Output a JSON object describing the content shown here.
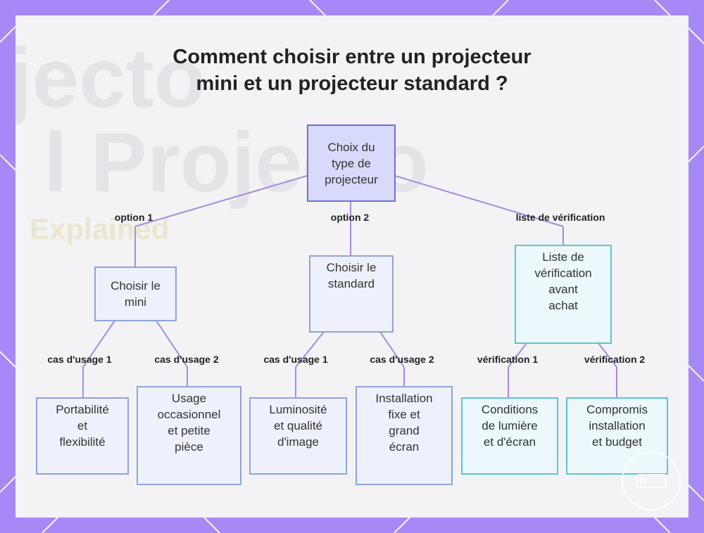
{
  "title": {
    "line1": "Comment choisir entre un projecteur",
    "line2": "mini et un projecteur standard ?"
  },
  "background_text": {
    "line1": "jecto",
    "line2": "l Projecto",
    "line3": "Explained"
  },
  "colors": {
    "frame": "#a688f7",
    "panel": "#f3f3f5",
    "connector": "#a58be4",
    "root_fill": "#d8dafc",
    "root_border": "#6b72cf",
    "node_fill": "#eef1fb",
    "node_border": "#8fa4dc",
    "check_fill": "#ecf8fb",
    "check_border": "#54c9d6"
  },
  "nodes": {
    "root": [
      "Choix du",
      "type de",
      "projecteur"
    ],
    "mini": [
      "Choisir le",
      "mini"
    ],
    "standard": [
      "Choisir le",
      "standard"
    ],
    "checklist": [
      "Liste de",
      "vérification",
      "avant",
      "achat"
    ],
    "portability": [
      "Portabilité",
      "et",
      "flexibilité"
    ],
    "occasional": [
      "Usage",
      "occasionnel",
      "et petite",
      "pièce"
    ],
    "brightness": [
      "Luminosité",
      "et qualité",
      "d'image"
    ],
    "fixed": [
      "Installation",
      "fixe et",
      "grand",
      "écran"
    ],
    "light": [
      "Conditions",
      "de lumière",
      "et d'écran"
    ],
    "compromise": [
      "Compromis",
      "installation",
      "et budget"
    ]
  },
  "edges": {
    "option1": "option 1",
    "option2": "option 2",
    "checklist": "liste de vérification",
    "mini_use1": "cas d'usage 1",
    "mini_use2": "cas d'usage 2",
    "std_use1": "cas d'usage 1",
    "std_use2": "cas d'usage 2",
    "check1": "vérification 1",
    "check2": "vérification 2"
  },
  "logo_icon": "projector-icon"
}
